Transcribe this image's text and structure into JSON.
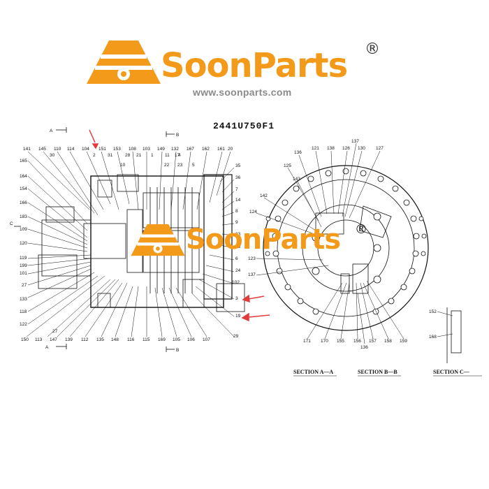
{
  "brand": {
    "name": "SoonParts",
    "registered": "®",
    "url": "www.soonparts.com",
    "color": "#f39a1b"
  },
  "drawing_code": "2441U750F1",
  "section_marks": {
    "a_top": "A",
    "a_bottom": "A",
    "b_top": "B",
    "b_bottom": "B",
    "c": "C"
  },
  "section_titles": [
    "SECTION A—A",
    "SECTION B—B",
    "SECTION C—"
  ],
  "callouts_top_left": [
    "141",
    "145",
    "110",
    "114",
    "104",
    "2",
    "151",
    "31",
    "153",
    "108",
    "21",
    "103",
    "149",
    "132",
    "17",
    "167",
    "162",
    "161",
    "20"
  ],
  "callouts_top_left_2": [
    "30",
    "28",
    "10",
    "1",
    "11",
    "4",
    "5",
    "22",
    "23"
  ],
  "callouts_left": [
    "165",
    "164",
    "154",
    "166",
    "183",
    "109",
    "120",
    "119",
    "199",
    "101",
    "27",
    "133",
    "118",
    "122"
  ],
  "callouts_right_col": [
    "35",
    "36",
    "7",
    "14",
    "8",
    "9",
    "33",
    "25",
    "6",
    "24",
    "102",
    "3",
    "19",
    "29"
  ],
  "callouts_bottom_left": [
    "150",
    "113",
    "147",
    "27",
    "139",
    "112",
    "135",
    "148",
    "116",
    "115",
    "169",
    "105",
    "106",
    "107"
  ],
  "callouts_right_view_top": [
    "137",
    "136",
    "121",
    "138",
    "126",
    "130",
    "127",
    "125",
    "143",
    "142",
    "124",
    "123",
    "137"
  ],
  "callouts_right_view_bottom": [
    "171",
    "170",
    "155",
    "156",
    "157",
    "158",
    "159",
    "136"
  ],
  "callouts_section_c": [
    "152",
    "168"
  ]
}
